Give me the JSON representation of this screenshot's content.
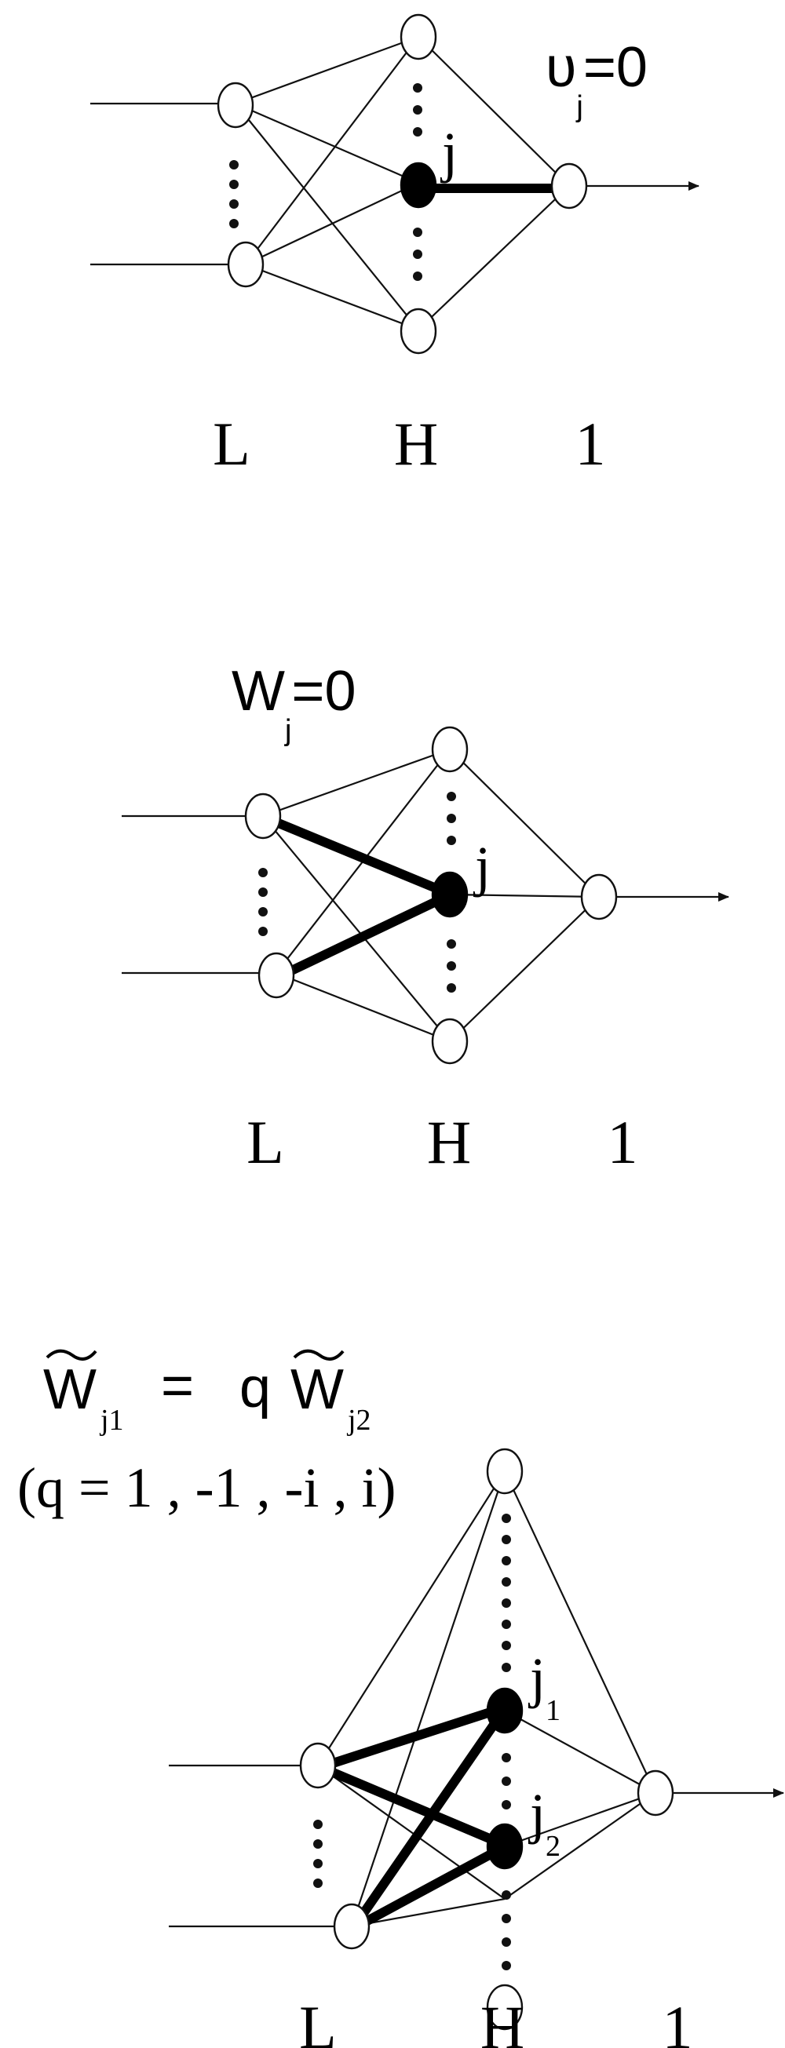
{
  "panels": [
    {
      "equation": {
        "symbol": "υ",
        "sub": "j",
        "rhs": "=0"
      },
      "highlight_label": "j",
      "layer_labels": [
        "L",
        "H",
        "1"
      ]
    },
    {
      "equation": {
        "symbol": "W",
        "sub": "j",
        "rhs": "=0"
      },
      "highlight_label": "j",
      "layer_labels": [
        "L",
        "H",
        "1"
      ]
    },
    {
      "equation": {
        "left_symbol": "W",
        "left_sub": "j1",
        "equals": "=",
        "coef": "q",
        "right_symbol": "W",
        "right_sub": "j2",
        "condition": "(q = 1 , -1 , -i , i)"
      },
      "highlight_labels": [
        {
          "base": "j",
          "sub": "1"
        },
        {
          "base": "j",
          "sub": "2"
        }
      ],
      "layer_labels": [
        "L",
        "H",
        "1"
      ]
    }
  ]
}
